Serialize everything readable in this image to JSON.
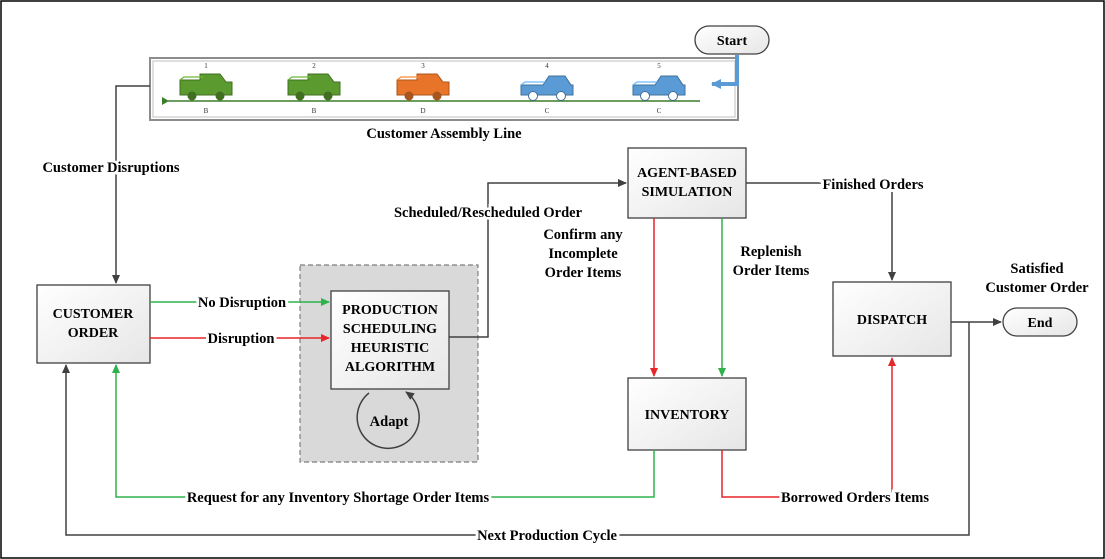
{
  "nodes": {
    "start": "Start",
    "end": "End",
    "customer_order": [
      "CUSTOMER",
      "ORDER"
    ],
    "production": [
      "PRODUCTION",
      "SCHEDULING",
      "HEURISTIC",
      "ALGORITHM"
    ],
    "adapt": "Adapt",
    "simulation": [
      "AGENT-BASED",
      "SIMULATION"
    ],
    "inventory": "INVENTORY",
    "dispatch": "DISPATCH"
  },
  "assembly_line": {
    "caption": "Customer Assembly Line",
    "vehicles": [
      {
        "number": "1",
        "code": "B",
        "color": "#5a9a2e"
      },
      {
        "number": "2",
        "code": "B",
        "color": "#5a9a2e"
      },
      {
        "number": "3",
        "code": "D",
        "color": "#e8742a"
      },
      {
        "number": "4",
        "code": "C",
        "color": "#5b9bd5"
      },
      {
        "number": "5",
        "code": "C",
        "color": "#5b9bd5"
      }
    ]
  },
  "edges": {
    "customer_disruptions": "Customer Disruptions",
    "no_disruption": "No Disruption",
    "disruption": "Disruption",
    "scheduled_order": "Scheduled/Rescheduled Order",
    "finished_orders": "Finished Orders",
    "confirm_items": [
      "Confirm any",
      "Incomplete",
      "Order Items"
    ],
    "replenish_items": [
      "Replenish",
      "Order Items"
    ],
    "satisfied_order": [
      "Satisfied",
      "Customer Order"
    ],
    "request_shortage": "Request for any Inventory Shortage Order Items",
    "borrowed_items": "Borrowed Orders Items",
    "next_cycle": "Next Production Cycle"
  },
  "colors": {
    "green": "#2eb24b",
    "red": "#e8252a",
    "dark": "#404040",
    "box_fill": "#f2f2f2",
    "panel_fill": "#d9d9d9"
  }
}
